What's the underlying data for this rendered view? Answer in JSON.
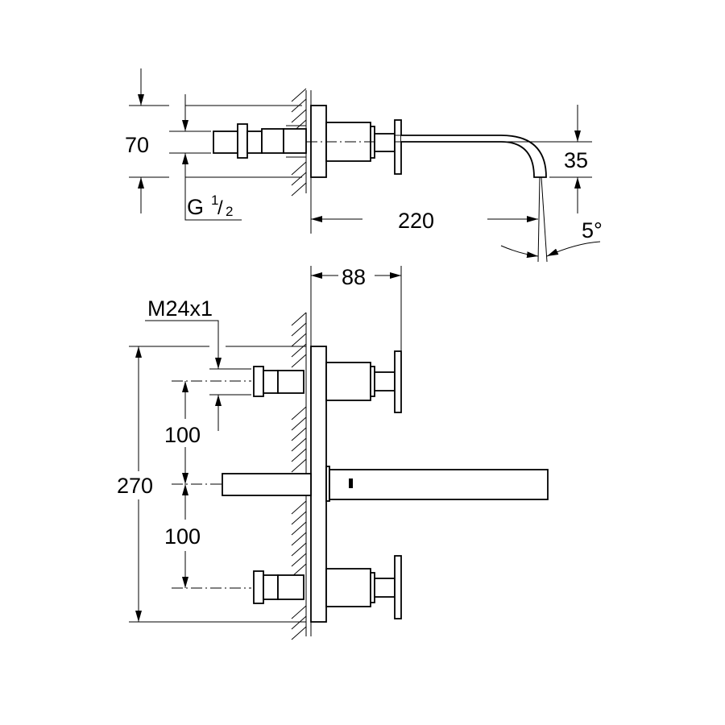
{
  "title": "Wall-mounted 3-hole basin mixer dimension drawing",
  "side_view": {
    "dim_height": "70",
    "thread": "G",
    "thread_num": "1",
    "thread_den": "2",
    "dim_spout_height": "35",
    "dim_projection": "220",
    "dim_angle": "5°"
  },
  "front_view": {
    "dim_handle_depth": "88",
    "thread_label": "M24x1",
    "dim_total_height": "270",
    "dim_upper_spacing": "100",
    "dim_lower_spacing": "100"
  }
}
